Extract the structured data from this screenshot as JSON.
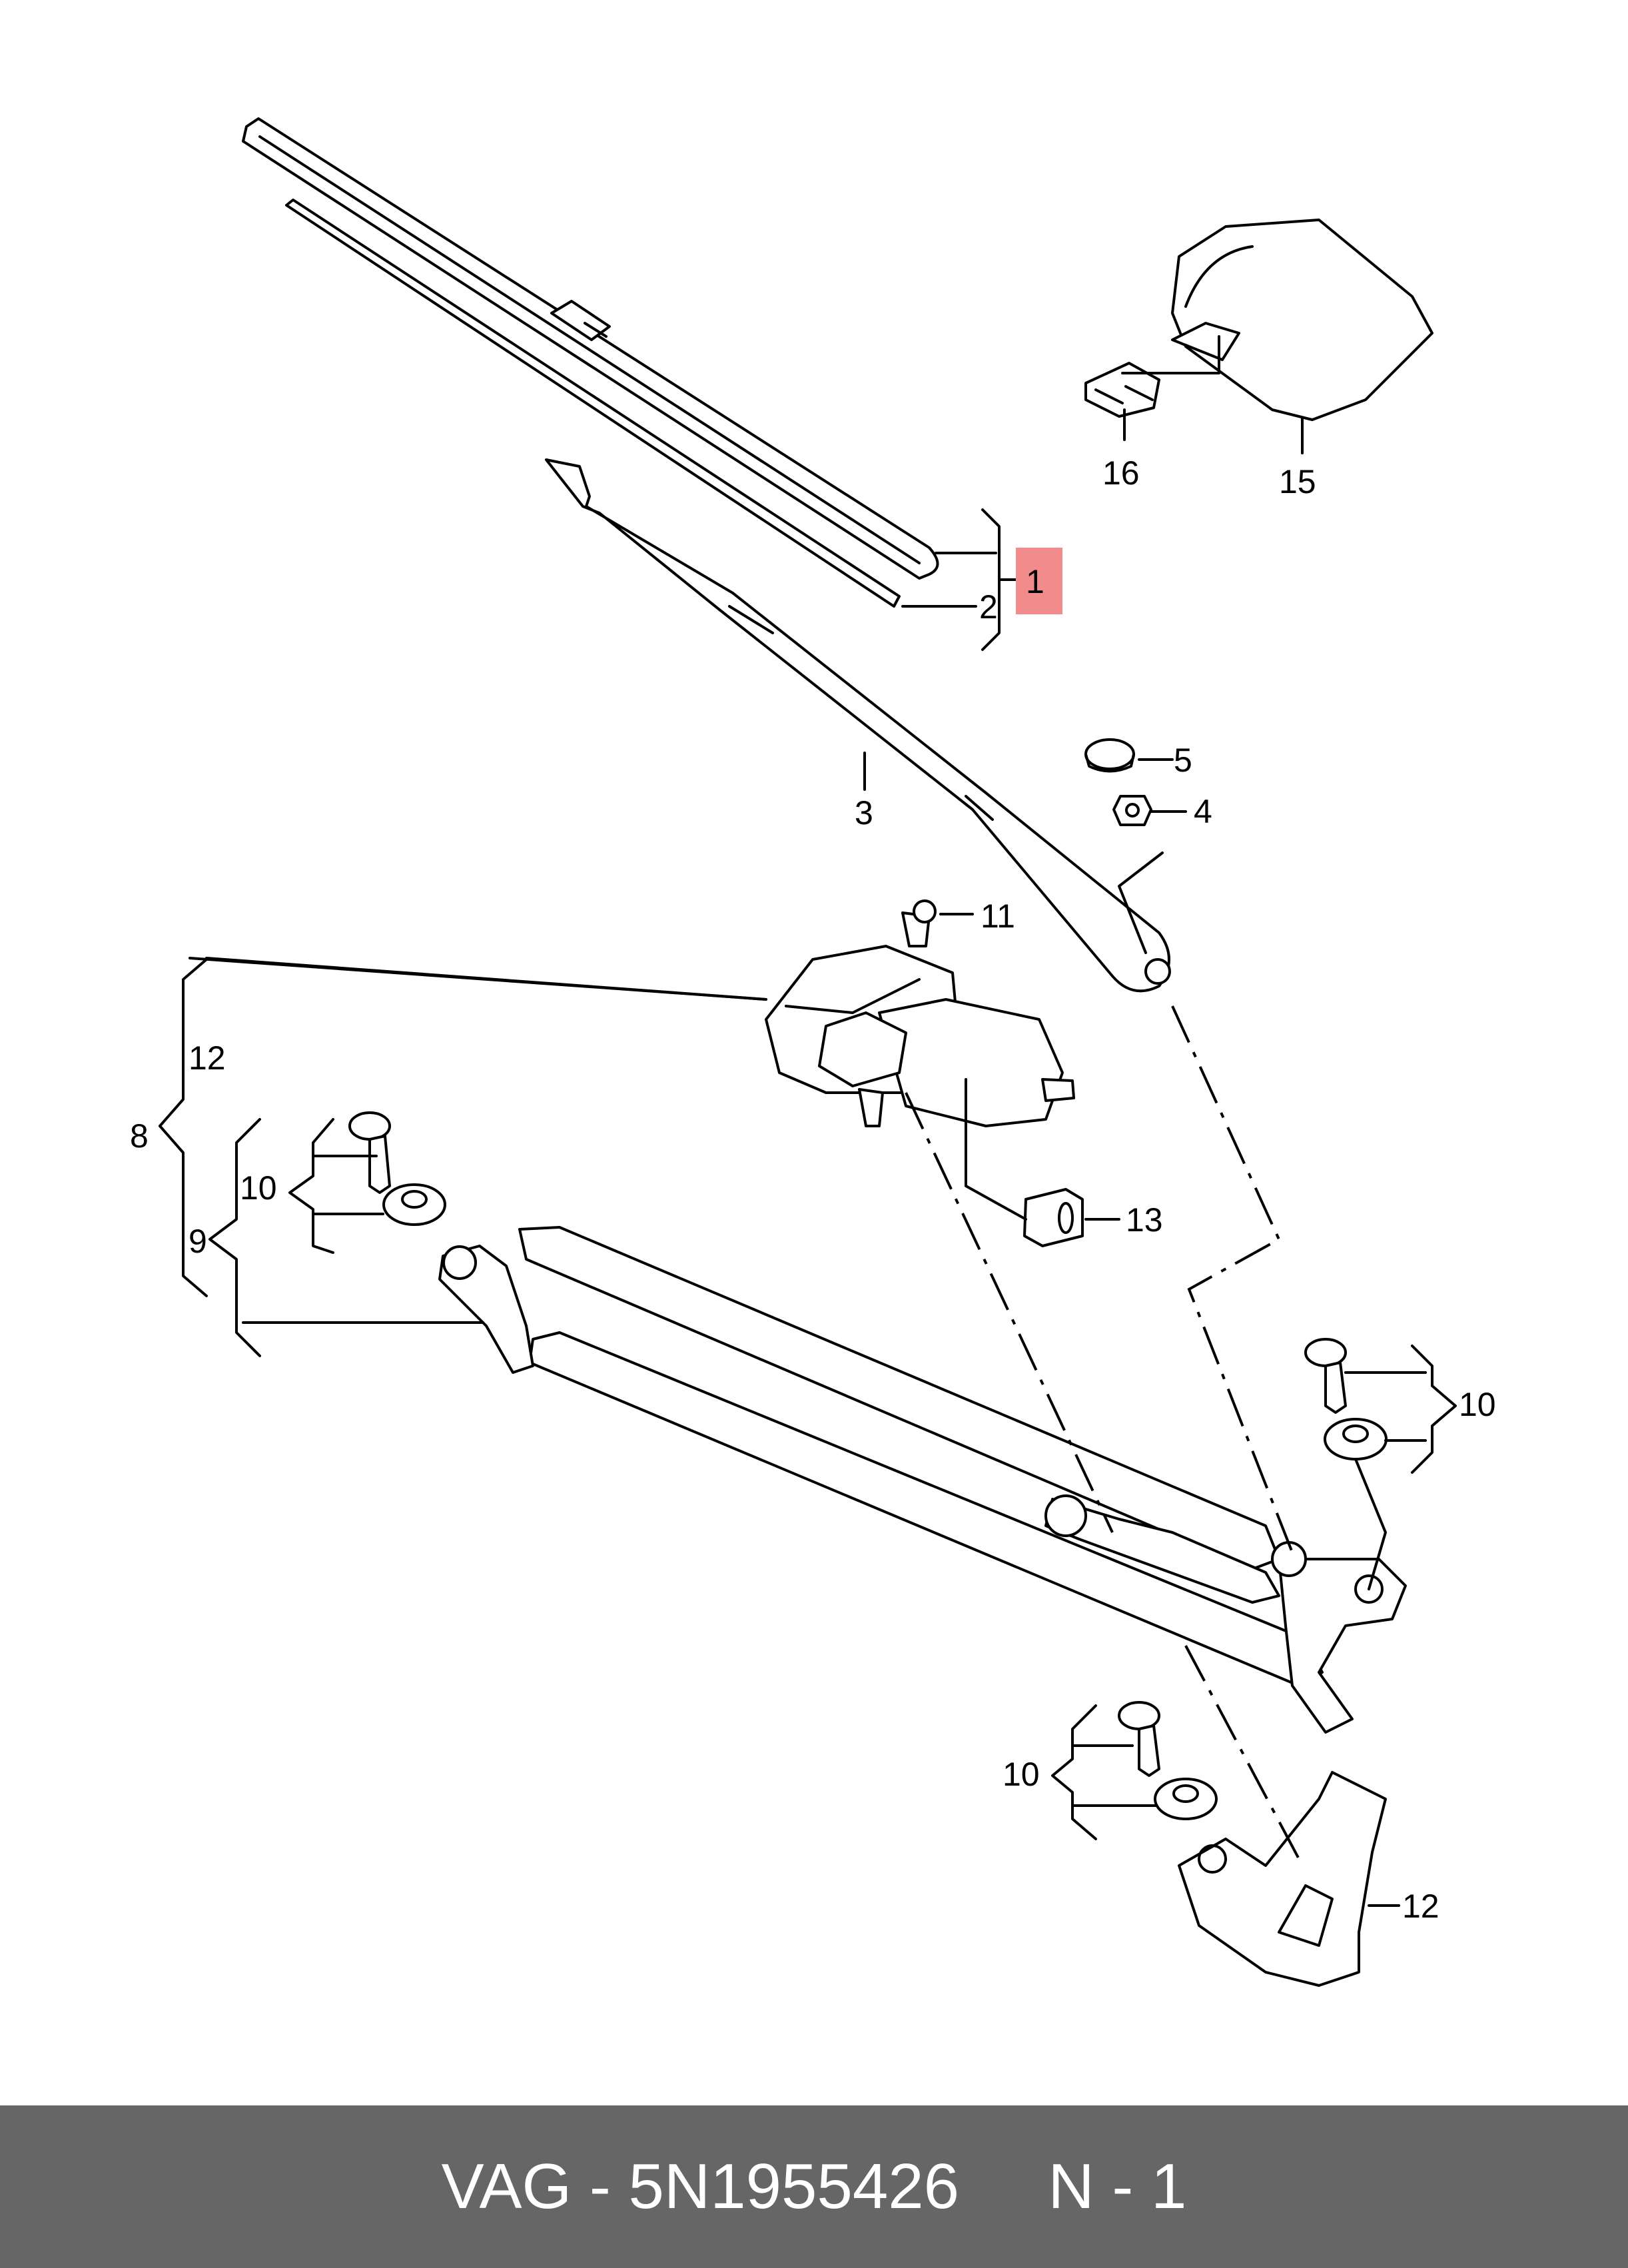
{
  "labels": {
    "l1": "1",
    "l2": "2",
    "l3": "3",
    "l4": "4",
    "l5": "5",
    "l8": "8",
    "l9": "9",
    "l10a": "10",
    "l10b": "10",
    "l10c": "10",
    "l11": "11",
    "l12a": "12",
    "l12b": "12",
    "l13": "13",
    "l15": "15",
    "l16": "16"
  },
  "highlight_color": "#f28b8b",
  "footer": {
    "brand": "VAG",
    "separator": "-",
    "part_number": "5N1955426",
    "page": "N - 1"
  }
}
